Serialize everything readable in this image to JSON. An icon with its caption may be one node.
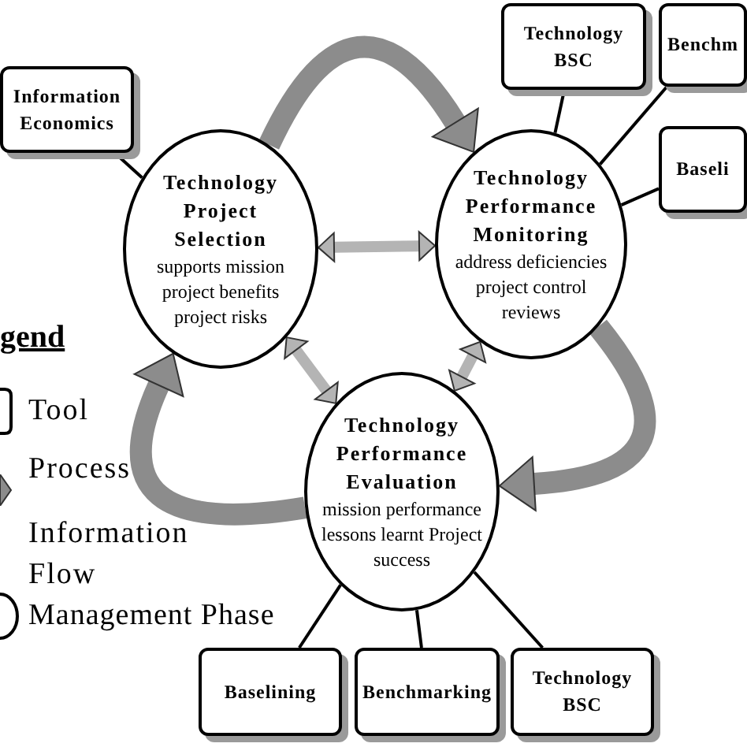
{
  "diagram": {
    "nodes": [
      {
        "text": [
          "Information Economics"
        ]
      },
      {
        "text": [
          "Technology Project Selection",
          "supports mission project benefits project risks"
        ]
      },
      {
        "text": [
          "Technology BSC"
        ]
      },
      {
        "text": [
          "Benchm"
        ]
      },
      {
        "text": [
          "Baseli"
        ]
      },
      {
        "text": [
          "Technology Performance Monitoring",
          "address deficiencies project control reviews"
        ]
      },
      {
        "text": [
          "Technology Performance Evaluation",
          "mission performance lessons learnt Project success"
        ]
      },
      {
        "text": [
          "Baselining"
        ]
      },
      {
        "text": [
          "Benchmarking"
        ]
      },
      {
        "text": [
          "Technology BSC"
        ]
      }
    ],
    "edges": [
      {
        "from": 0,
        "to": 1,
        "arrow": "none"
      },
      {
        "from": 2,
        "to": 5,
        "arrow": "none"
      },
      {
        "from": 3,
        "to": 5,
        "arrow": "none"
      },
      {
        "from": 4,
        "to": 5,
        "arrow": "none"
      },
      {
        "from": 6,
        "to": 7,
        "arrow": "none"
      },
      {
        "from": 6,
        "to": 8,
        "arrow": "none"
      },
      {
        "from": 6,
        "to": 9,
        "arrow": "none"
      },
      {
        "from": 1,
        "to": 5,
        "arrow": "both",
        "style": "thick",
        "color": "#b4b4b4"
      },
      {
        "from": 1,
        "to": 6,
        "arrow": "both",
        "style": "thick",
        "color": "#b4b4b4"
      },
      {
        "from": 5,
        "to": 6,
        "arrow": "both",
        "style": "thick",
        "color": "#b4b4b4"
      },
      {
        "from": 1,
        "to": 5,
        "arrow": "to",
        "style": "thick",
        "color": "#8c8c8c"
      },
      {
        "from": 5,
        "to": 6,
        "arrow": "to",
        "style": "thick",
        "color": "#8c8c8c"
      },
      {
        "from": 6,
        "to": 1,
        "arrow": "to",
        "style": "thick",
        "color": "#8c8c8c"
      }
    ],
    "labels": [
      "gend"
    ],
    "legend": [
      {
        "text": "Tool"
      },
      {
        "text": "Process"
      },
      {
        "text": "Information Flow"
      },
      {
        "text": "Management Phase"
      }
    ]
  }
}
